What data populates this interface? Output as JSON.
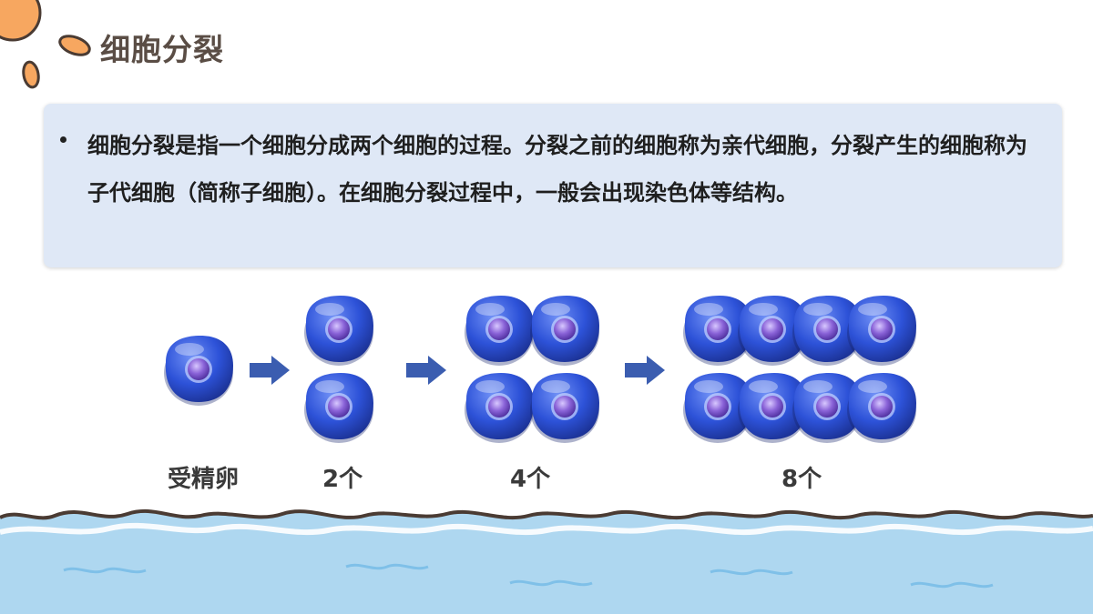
{
  "title": "细胞分裂",
  "description": "细胞分裂是指一个细胞分成两个细胞的过程。分裂之前的细胞称为亲代细胞，分裂产生的细胞称为子代细胞（简称子细胞）。在细胞分裂过程中，一般会出现染色体等结构。",
  "stages": [
    {
      "label": "受精卵",
      "count": 1
    },
    {
      "label": "2个",
      "count": 2
    },
    {
      "label": "4个",
      "count": 4
    },
    {
      "label": "8个",
      "count": 8
    }
  ],
  "colors": {
    "title": "#5a4d45",
    "card_bg": "#dfe8f6",
    "cell_outer": "#2a4fd6",
    "cell_nucleus": "#8a63d8",
    "arrow": "#3b5db0",
    "water": "#aed7f0"
  }
}
